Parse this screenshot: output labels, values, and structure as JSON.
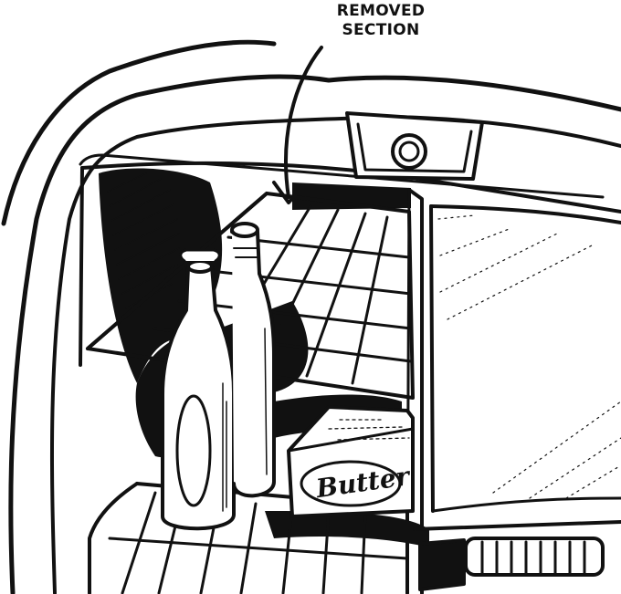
{
  "callout": {
    "line1": "REMOVED",
    "line2": "SECTION"
  },
  "butter_label": "Butter",
  "colors": {
    "ink": "#111111",
    "paper": "#ffffff"
  }
}
